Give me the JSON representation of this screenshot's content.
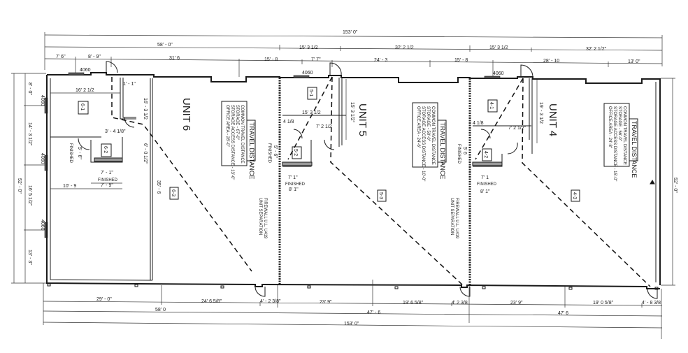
{
  "drawing": {
    "overall_width": "153' 0\"",
    "overall_depth": "52' - 0\"",
    "top_dims_row1": [
      "58' - 0\"",
      "15' 3 1/2",
      "32' 2 1/2",
      "15' 3 1/2",
      "32' 2 1/2\""
    ],
    "top_dims_row2": [
      "7' 6\"",
      "8' - 9\"",
      "31' 6",
      "15' - 8",
      "7' 7\"",
      "24' - 3",
      "15' - 8",
      "28' - 10",
      "13' 0\""
    ],
    "bottom_dims_row1": [
      "29' - 0\"",
      "24' 6 5/8\"",
      "4' - 2 3/8\"",
      "23' 9\"",
      "19' 6 5/8\"",
      "4' 2 3/8",
      "23' 9\"",
      "19' 0 5/8\"",
      "4' - 8 3/8"
    ],
    "bottom_dims_row2": [
      "58' 0",
      "47' - 6",
      "47' 6"
    ],
    "left_dims": [
      "8' - 0\"",
      "14' - 3 1/2\"",
      "16' 5 1/2\"",
      "13' - 3\"",
      "52' - 0\""
    ],
    "right_dim": "52' - 0\"",
    "window_tag": "4060",
    "firewall_note": [
      "UNIT SEPARATION",
      "FIREWALL U.L. U419"
    ]
  },
  "units": [
    {
      "title": "UNIT 6",
      "rooms": [
        "6-1",
        "6-2",
        "6-3"
      ],
      "dims": {
        "office_width": "16' 2 1/2",
        "office_depth": "16' - 3 1/2",
        "corridor": "3' - 4 1/8\"",
        "toilet_depth": "6' - 0 1/2\"",
        "toilet_width": "7' - 1\"",
        "finished_width": "7' - 9\"",
        "left_space": "10' - 9",
        "door_offset": "1' - 1\"",
        "finished_side": "5' - 6\"",
        "warehouse_depth": "35' - 6"
      },
      "finished_label": "FINISHED",
      "travel": {
        "title": "TRAVEL DISTANCE",
        "lines": [
          "COMMON TRAVEL DISTANCE",
          "STORAGE - 67'-0\"",
          "STORAGE ACCESS DISTANCE - 13'-0\"",
          "OFFICE AREA - 28'-0\""
        ]
      }
    },
    {
      "title": "UNIT 5",
      "rooms": [
        "5-1",
        "5-2",
        "5-3"
      ],
      "dims": {
        "office_width": "15' 3 1/2",
        "office_depth": "15' 3 1/2\"",
        "corridor": "4 1/8",
        "door_width": "7' 2 1/2",
        "toilet_width": "7' 1\"",
        "finished_width": "8' 1\"",
        "finished_side": "5' - 6\""
      },
      "finished_label": "FINISHED",
      "travel": {
        "title": "TRAVEL DISTANCE",
        "lines": [
          "COMMON TRAVEL DISTANCE",
          "STORAGE - 50'-0\"",
          "STORAGE ACCESS DISTANCE - 10'-0\"",
          "OFFICE AREA - 24'-6\""
        ]
      }
    },
    {
      "title": "UNIT 4",
      "rooms": [
        "4-1",
        "4-2",
        "4-3"
      ],
      "dims": {
        "office_depth": "19' - 3 1/2",
        "corridor": "4 1/8",
        "door_width": "7' 2 1/2\"",
        "toilet_width": "7' 1",
        "finished_width": "8' 1\"",
        "finished_side": "5' 6"
      },
      "finished_label": "FINISHED",
      "travel": {
        "title": "TRAVEL DISTANCE",
        "lines": [
          "COMMON TRAVEL DISTANCE",
          "STORAGE - 56'-0\"",
          "STORAGE ACCESS DISTANCE - 15'-0\"",
          "OFFICE AREA - 24'-8\""
        ]
      }
    }
  ]
}
